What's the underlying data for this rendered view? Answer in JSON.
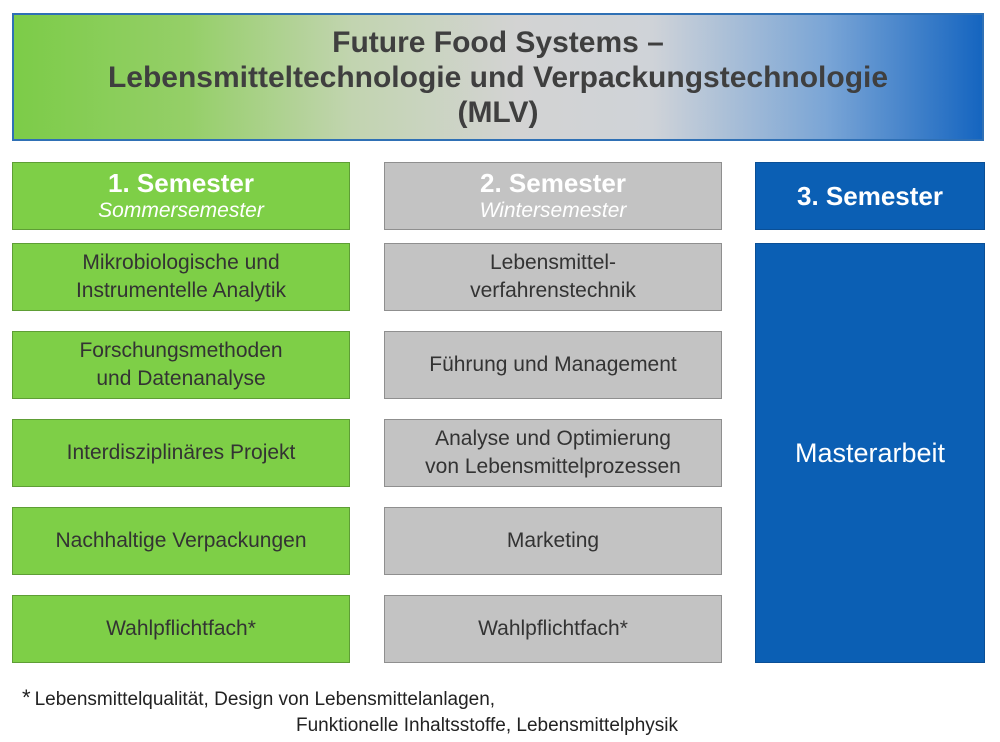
{
  "title": {
    "line1": "Future Food Systems –",
    "line2": "Lebensmitteltechnologie und Verpackungstechnologie",
    "line3": "(MLV)"
  },
  "semesters": [
    {
      "title": "1. Semester",
      "subtitle": "Sommersemester"
    },
    {
      "title": "2. Semester",
      "subtitle": "Wintersemester"
    },
    {
      "title": "3. Semester"
    }
  ],
  "semester1_modules": [
    {
      "line1": "Mikrobiologische und",
      "line2": "Instrumentelle Analytik"
    },
    {
      "line1": "Forschungsmethoden",
      "line2": "und Datenanalyse"
    },
    {
      "line1": "Interdisziplinäres Projekt"
    },
    {
      "line1": "Nachhaltige Verpackungen"
    },
    {
      "line1": "Wahlpflichtfach*"
    }
  ],
  "semester2_modules": [
    {
      "line1": "Lebensmittel-",
      "line2": "verfahrenstechnik"
    },
    {
      "line1": "Führung und Management"
    },
    {
      "line1": "Analyse und Optimierung",
      "line2": "von Lebensmittelprozessen"
    },
    {
      "line1": "Marketing"
    },
    {
      "line1": "Wahlpflichtfach*"
    }
  ],
  "semester3_module": "Masterarbeit",
  "footnote": {
    "star": "*",
    "line1": "Lebensmittelqualität, Design von Lebensmittelanlagen,",
    "line2": "Funktionelle Inhaltsstoffe, Lebensmittelphysik"
  },
  "colors": {
    "semester1": "#7ecf47",
    "semester2": "#c3c3c3",
    "semester3": "#0b5fb4"
  }
}
